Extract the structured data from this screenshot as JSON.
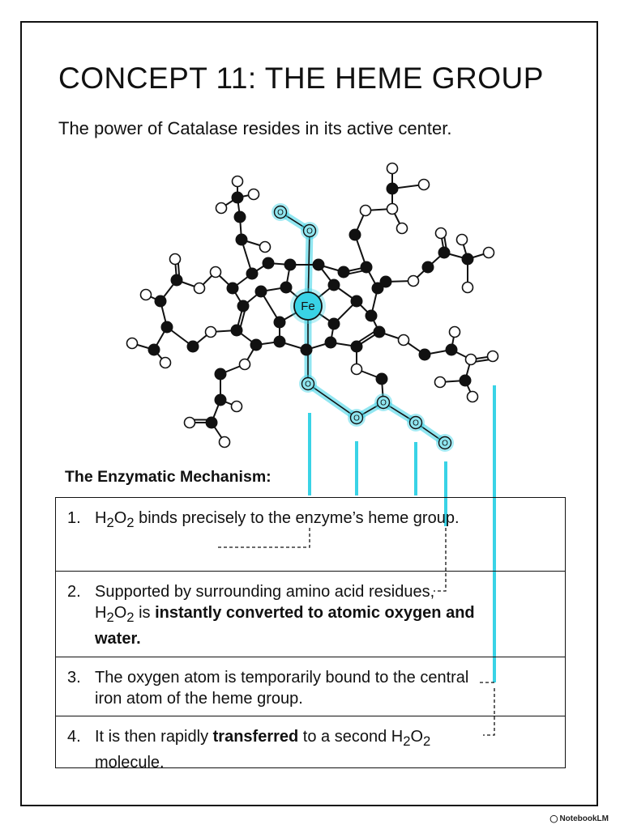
{
  "page": {
    "title": "CONCEPT 11: THE HEME GROUP",
    "subtitle": "The power of Catalase resides in its active center."
  },
  "molecule": {
    "center_label": "Fe",
    "oxygen_label": "O",
    "highlight_color": "#39d3e6",
    "atom_dark": "#111111"
  },
  "mechanism": {
    "heading": "The Enzymatic Mechanism:",
    "steps": [
      {
        "number": "1.",
        "text_1": "H",
        "sub_1": "2",
        "text_2": "O",
        "sub_2": "2",
        "text_3": " binds precisely to the enzyme’s heme group."
      },
      {
        "number": "2.",
        "text_1": "Supported by surrounding amino acid residues, H",
        "sub_1": "2",
        "text_2": "O",
        "sub_2": "2",
        "text_3": " is ",
        "bold": "instantly converted to atomic oxygen and water."
      },
      {
        "number": "3.",
        "text_1": "The oxygen atom is temporarily bound to the central iron atom of the heme group."
      },
      {
        "number": "4.",
        "text_1": "It is then rapidly ",
        "bold": "transferred",
        "text_2": " to a second H",
        "sub_1": "2",
        "text_3": "O",
        "sub_2": "2",
        "text_4": " molecule."
      }
    ]
  },
  "branding": {
    "label": "NotebookLM",
    "icon": "notebooklm-logo-icon"
  }
}
